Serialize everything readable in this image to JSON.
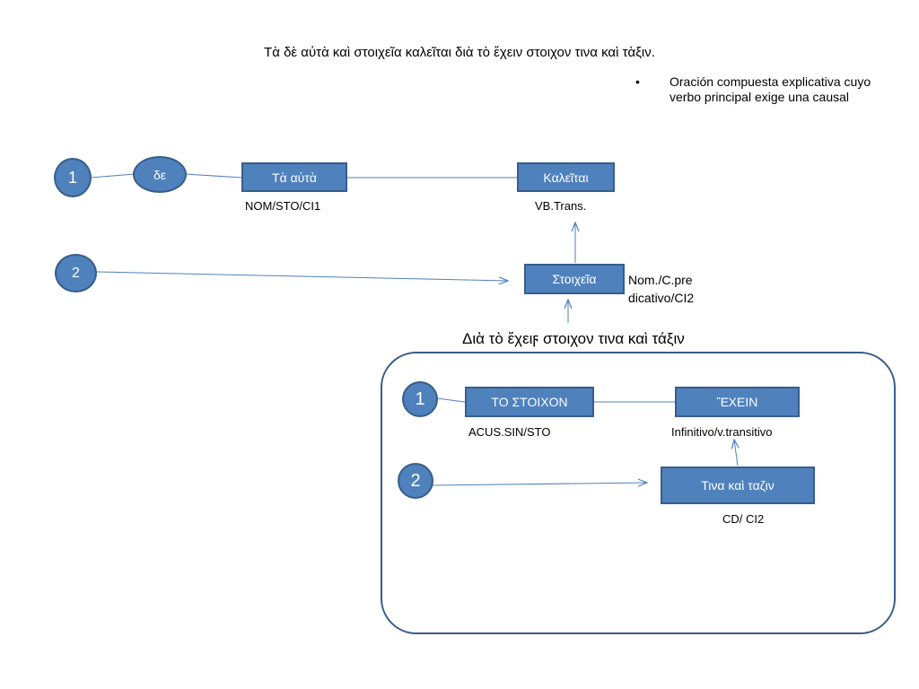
{
  "title": "Tὰ δὲ αὐτὰ καὶ στοιχεῖα καλεῖται διὰ τὸ ἔχειν στοιχον τινα καὶ τὰξιν.",
  "note": "Oración compuesta explicativa cuyo verbo principal exige una causal",
  "bullet": "•",
  "top_diagram": {
    "circle_1": "1",
    "de": "δε",
    "ta_auta": "Tὰ αὐτὰ",
    "ta_auta_label": "NOM/STO/CI1",
    "kaleitai": "Καλεῖται",
    "kaleitai_label": "VB.Trans.",
    "circle_2": "2",
    "stoicheia": "Στοιχεῖα",
    "stoicheia_label_1": "Nom./C.pre",
    "stoicheia_label_2": "dicativo/CI2"
  },
  "sub_clause": {
    "title": "Διὰ τὸ ἔχειϝ στοιχον τινα καὶ τάξιν",
    "circle_1": "1",
    "to_stoichon": "ΤΟ ΣΤΟΙΧΟΝ",
    "to_stoichon_label": "ACUS.SIN/STO",
    "echein": "ἜΧΕΙΝ",
    "echein_label": "Infinitivo/v.transitivo",
    "circle_2": "2",
    "tina": "Τινα καὶ  ταζιν",
    "tina_label": "CD/ CI2"
  },
  "colors": {
    "fill": "#4f81bd",
    "stroke": "#385d8a"
  }
}
